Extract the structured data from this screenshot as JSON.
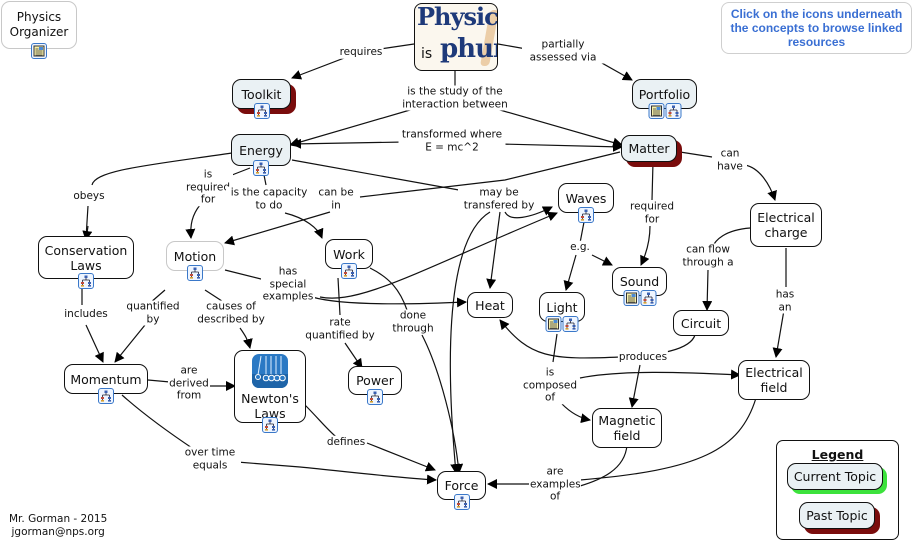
{
  "title": {
    "line1": "Physics",
    "line2": "is",
    "line3": "phun"
  },
  "hint": "Click on the icons underneath the concepts to browse linked resources",
  "organizer": {
    "label": "Physics Organizer"
  },
  "credit": {
    "line1": "Mr. Gorman - 2015",
    "line2": "jgorman@nps.org"
  },
  "legend": {
    "title": "Legend",
    "current_label": "Current Topic",
    "past_label": "Past Topic",
    "colors": {
      "current_shadow": "#3ce23c",
      "past_shadow": "#7a0c0c",
      "topic_fill": "#eaf1f4"
    }
  },
  "nodes": {
    "toolkit": {
      "label": "Toolkit",
      "icons": [
        "concept-map"
      ]
    },
    "portfolio": {
      "label": "Portfolio",
      "icons": [
        "resource-document",
        "concept-map"
      ]
    },
    "energy": {
      "label": "Energy",
      "icons": [
        "concept-map"
      ]
    },
    "matter": {
      "label": "Matter",
      "icons": []
    },
    "conservation": {
      "label": "Conservation Laws",
      "icons": [
        "concept-map"
      ]
    },
    "motion": {
      "label": "Motion",
      "icons": [
        "concept-map"
      ]
    },
    "work": {
      "label": "Work",
      "icons": [
        "concept-map"
      ]
    },
    "waves": {
      "label": "Waves",
      "icons": [
        "concept-map"
      ]
    },
    "electrical_charge": {
      "label": "Electrical charge",
      "icons": []
    },
    "sound": {
      "label": "Sound",
      "icons": [
        "resource-document",
        "concept-map"
      ]
    },
    "heat": {
      "label": "Heat",
      "icons": []
    },
    "light": {
      "label": "Light",
      "icons": [
        "resource-document",
        "concept-map"
      ]
    },
    "circuit": {
      "label": "Circuit",
      "icons": []
    },
    "momentum": {
      "label": "Momentum",
      "icons": [
        "concept-map"
      ]
    },
    "newtons_laws": {
      "label": "Newton's Laws",
      "icons": [
        "concept-map"
      ]
    },
    "power": {
      "label": "Power",
      "icons": [
        "concept-map"
      ]
    },
    "electrical_field": {
      "label": "Electrical field",
      "icons": []
    },
    "magnetic_field": {
      "label": "Magnetic field",
      "icons": []
    },
    "force": {
      "label": "Force",
      "icons": [
        "concept-map"
      ]
    }
  },
  "links": {
    "requires": "requires",
    "partially": "partially assessed via",
    "study": "is the study of the interaction between",
    "transformed": "transformed where E = mc^2",
    "obeys": "obeys",
    "required_for_motion": "is required for",
    "capacity": "is the capacity to do",
    "can_be_in": "can be in",
    "transfered": "may be transfered by",
    "required_for_sound": "required for",
    "can_have": "can have",
    "eg": "e.g.",
    "can_flow": "can flow through a",
    "has_an": "has an",
    "includes": "includes",
    "quantified": "quantified by",
    "causes": "causes of described by",
    "special": "has special examples",
    "rate": "rate quantified by",
    "done": "done through",
    "produces": "produces",
    "composed": "is composed of",
    "derived": "are derived from",
    "defines": "defines",
    "over_time": "over time equals",
    "examples_of": "are examples of"
  }
}
